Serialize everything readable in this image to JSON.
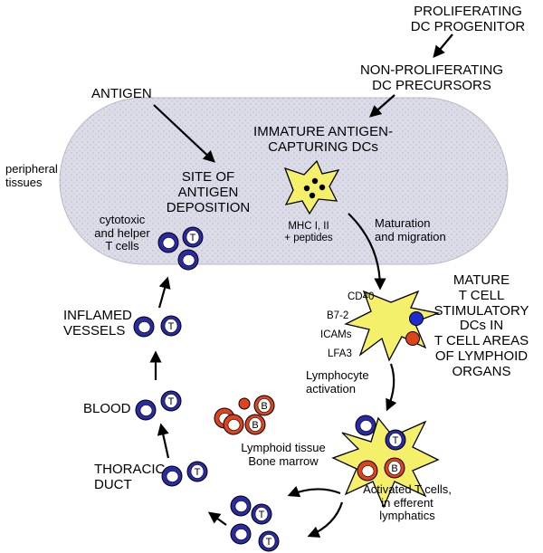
{
  "labels": {
    "progenitor": "PROLIFERATING\nDC PROGENITOR",
    "precursors": "NON-PROLIFERATING\nDC PRECURSORS",
    "antigen": "ANTIGEN",
    "immature": "IMMATURE ANTIGEN-\nCAPTURING DCs",
    "peripheral": "peripheral\ntissues",
    "site": "SITE OF\nANTIGEN\nDEPOSITION",
    "cytotoxic": "cytotoxic\nand helper\nT cells",
    "mhc": "MHC I, II\n+ peptides",
    "maturation": "Maturation\nand migration",
    "mature": "MATURE\nT CELL\nSTIMULATORY\nDCs IN\nT CELL AREAS\nOF LYMPHOID\nORGANS",
    "cd40": "CD40",
    "b72": "B7-2",
    "icams": "ICAMs",
    "lfa3": "LFA3",
    "lymphocyte": "Lymphocyte\nactivation",
    "inflamed": "INFLAMED\nVESSELS",
    "blood": "BLOOD",
    "thoracic": "THORACIC\nDUCT",
    "lymphoid": "Lymphoid tissue\nBone marrow",
    "activated": "Activated T cells,\nin efferent\nlymphatics"
  },
  "cell_letters": {
    "t": "T",
    "b": "B"
  },
  "colors": {
    "tissue": "#d6d6e4",
    "t_cell": "#2a2aa8",
    "b_cell": "#e0421c",
    "dc": "#f5f06a",
    "blue_marker": "#1e2bd0",
    "red_marker": "#e0421c"
  }
}
